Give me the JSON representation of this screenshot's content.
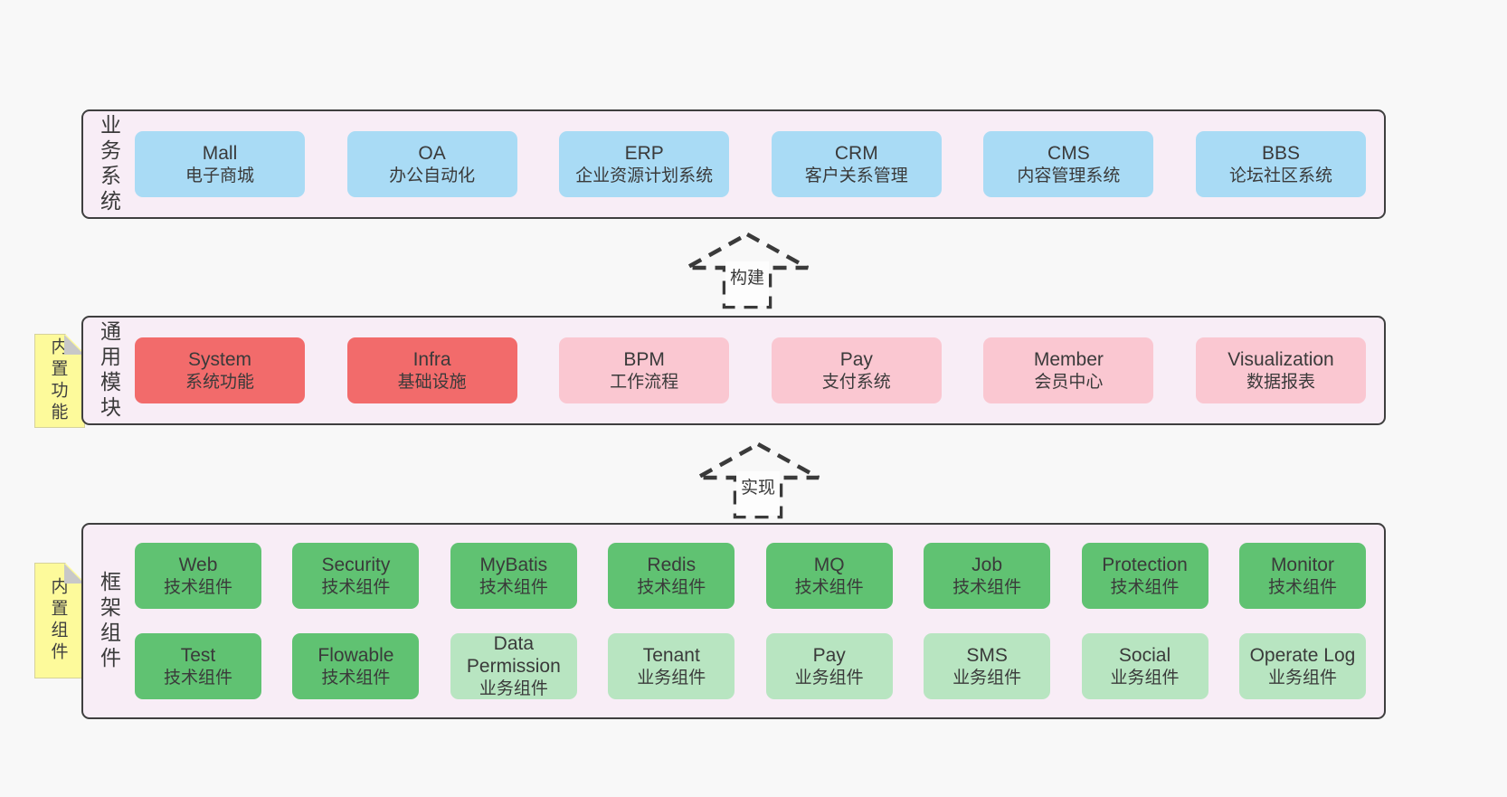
{
  "colors": {
    "page_background": "#f8f8f8",
    "panel_background": "#f8edf6",
    "panel_border": "#3f3f3f",
    "box_blue": "#a9dbf5",
    "box_red": "#f26b6b",
    "box_pink": "#fac7d1",
    "box_green_dark": "#60c272",
    "box_green_light": "#b8e5c1",
    "note_yellow": "#fdfa9b",
    "note_fold_gray": "#c8c8c8",
    "text": "#3a3a3a"
  },
  "sections": {
    "business": {
      "label": "业务系统",
      "items": [
        {
          "title": "Mall",
          "subtitle": "电子商城",
          "variant": "blue"
        },
        {
          "title": "OA",
          "subtitle": "办公自动化",
          "variant": "blue"
        },
        {
          "title": "ERP",
          "subtitle": "企业资源计划系统",
          "variant": "blue"
        },
        {
          "title": "CRM",
          "subtitle": "客户关系管理",
          "variant": "blue"
        },
        {
          "title": "CMS",
          "subtitle": "内容管理系统",
          "variant": "blue"
        },
        {
          "title": "BBS",
          "subtitle": "论坛社区系统",
          "variant": "blue"
        }
      ]
    },
    "modules": {
      "note": "内置功能",
      "label": "通用模块",
      "items": [
        {
          "title": "System",
          "subtitle": "系统功能",
          "variant": "red"
        },
        {
          "title": "Infra",
          "subtitle": "基础设施",
          "variant": "red"
        },
        {
          "title": "BPM",
          "subtitle": "工作流程",
          "variant": "pink"
        },
        {
          "title": "Pay",
          "subtitle": "支付系统",
          "variant": "pink"
        },
        {
          "title": "Member",
          "subtitle": "会员中心",
          "variant": "pink"
        },
        {
          "title": "Visualization",
          "subtitle": "数据报表",
          "variant": "pink"
        }
      ]
    },
    "components": {
      "note": "内置组件",
      "label": "框架组件",
      "row1": [
        {
          "title": "Web",
          "subtitle": "技术组件",
          "variant": "green-dark"
        },
        {
          "title": "Security",
          "subtitle": "技术组件",
          "variant": "green-dark"
        },
        {
          "title": "MyBatis",
          "subtitle": "技术组件",
          "variant": "green-dark"
        },
        {
          "title": "Redis",
          "subtitle": "技术组件",
          "variant": "green-dark"
        },
        {
          "title": "MQ",
          "subtitle": "技术组件",
          "variant": "green-dark"
        },
        {
          "title": "Job",
          "subtitle": "技术组件",
          "variant": "green-dark"
        },
        {
          "title": "Protection",
          "subtitle": "技术组件",
          "variant": "green-dark"
        },
        {
          "title": "Monitor",
          "subtitle": "技术组件",
          "variant": "green-dark"
        }
      ],
      "row2": [
        {
          "title": "Test",
          "subtitle": "技术组件",
          "variant": "green-dark"
        },
        {
          "title": "Flowable",
          "subtitle": "技术组件",
          "variant": "green-dark"
        },
        {
          "title": "Data Permission",
          "subtitle": "业务组件",
          "variant": "green-light"
        },
        {
          "title": "Tenant",
          "subtitle": "业务组件",
          "variant": "green-light"
        },
        {
          "title": "Pay",
          "subtitle": "业务组件",
          "variant": "green-light"
        },
        {
          "title": "SMS",
          "subtitle": "业务组件",
          "variant": "green-light"
        },
        {
          "title": "Social",
          "subtitle": "业务组件",
          "variant": "green-light"
        },
        {
          "title": "Operate Log",
          "subtitle": "业务组件",
          "variant": "green-light"
        }
      ]
    },
    "arrows": {
      "build": "构建",
      "implement": "实现"
    }
  }
}
